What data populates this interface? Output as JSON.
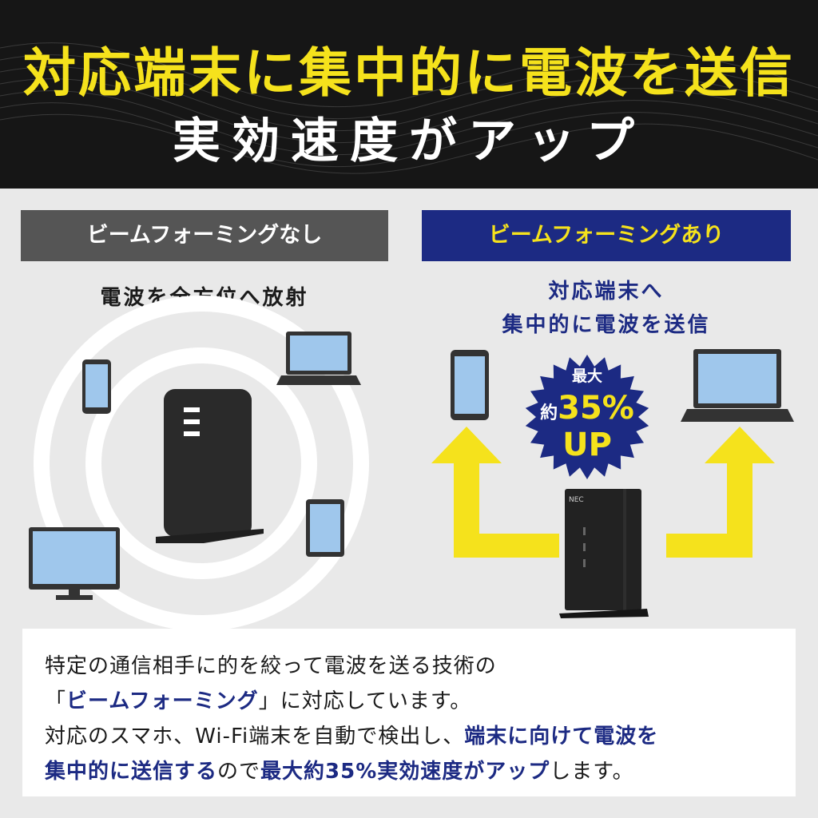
{
  "header": {
    "title_line1": "対応端末に集中的に電波を送信",
    "title_line2": "実効速度がアップ",
    "title_color": "#f5e21c"
  },
  "left": {
    "label": "ビームフォーミングなし",
    "subtitle": "電波を全方位へ放射",
    "devices": [
      "smartphone-icon",
      "laptop-icon",
      "tablet-icon",
      "monitor-icon",
      "router-icon"
    ]
  },
  "right": {
    "label": "ビームフォーミングあり",
    "subtitle_line1": "対応端末へ",
    "subtitle_line2": "集中的に電波を送信",
    "badge": {
      "line1": "最大",
      "prefix": "約",
      "value": "35%",
      "line3": "UP"
    },
    "router_logo": "NEC",
    "devices": [
      "smartphone-icon",
      "laptop-icon",
      "router-icon"
    ]
  },
  "description": {
    "line1": "特定の通信相手に的を絞って電波を送る技術の",
    "line2_open": "「",
    "line2_term": "ビームフォーミング",
    "line2_rest": "」に対応しています。",
    "line3_a": "対応のスマホ、Wi-Fi端末を自動で検出し、",
    "line3_b": "端末に向けて電波を",
    "line4_a": "集中的に送信する",
    "line4_b": "ので",
    "line4_c": "最大約35%実効速度がアップ",
    "line4_d": "します。"
  },
  "colors": {
    "navy": "#1c2a83",
    "yellow": "#f5e21c",
    "dark": "#161616",
    "screen": "#9fc7ec"
  }
}
